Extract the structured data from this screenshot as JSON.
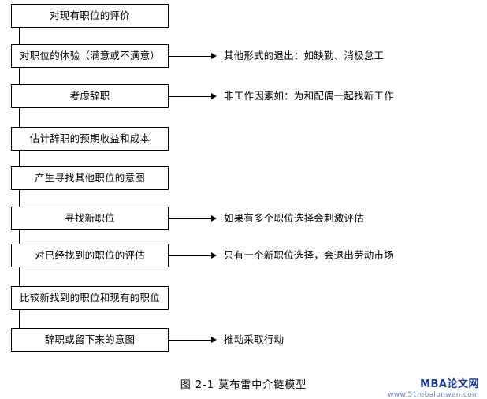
{
  "diagram": {
    "nodes": [
      {
        "id": "n1",
        "label": "对现有职位的评价"
      },
      {
        "id": "n2",
        "label": "对职位的体验（满意或不满意）"
      },
      {
        "id": "n3",
        "label": "考虑辞职"
      },
      {
        "id": "n4",
        "label": "估计辞职的预期收益和成本"
      },
      {
        "id": "n5",
        "label": "产生寻找其他职位的意图"
      },
      {
        "id": "n6",
        "label": "寻找新职位"
      },
      {
        "id": "n7",
        "label": "对已经找到的职位的评估"
      },
      {
        "id": "n8",
        "label": "比较新找到的职位和现有的职位"
      },
      {
        "id": "n9",
        "label": "辞职或留下来的意图"
      }
    ],
    "side_labels": [
      {
        "id": "s1",
        "from": "n2",
        "label": "其他形式的退出：如缺勤、消极怠工"
      },
      {
        "id": "s2",
        "from": "n3",
        "label": "非工作因素如：为和配偶一起找新工作"
      },
      {
        "id": "s3",
        "from": "n6",
        "label": "如果有多个职位选择会刺激评估"
      },
      {
        "id": "s4",
        "from": "n7",
        "label": "只有一个新职位选择，会退出劳动市场"
      },
      {
        "id": "s5",
        "from": "n9",
        "label": "推动采取行动"
      }
    ]
  },
  "caption": "图 2-1   莫布雷中介链模型",
  "watermark": {
    "main": "MBA论文网",
    "sub": "www.51mbalunwen.com"
  }
}
